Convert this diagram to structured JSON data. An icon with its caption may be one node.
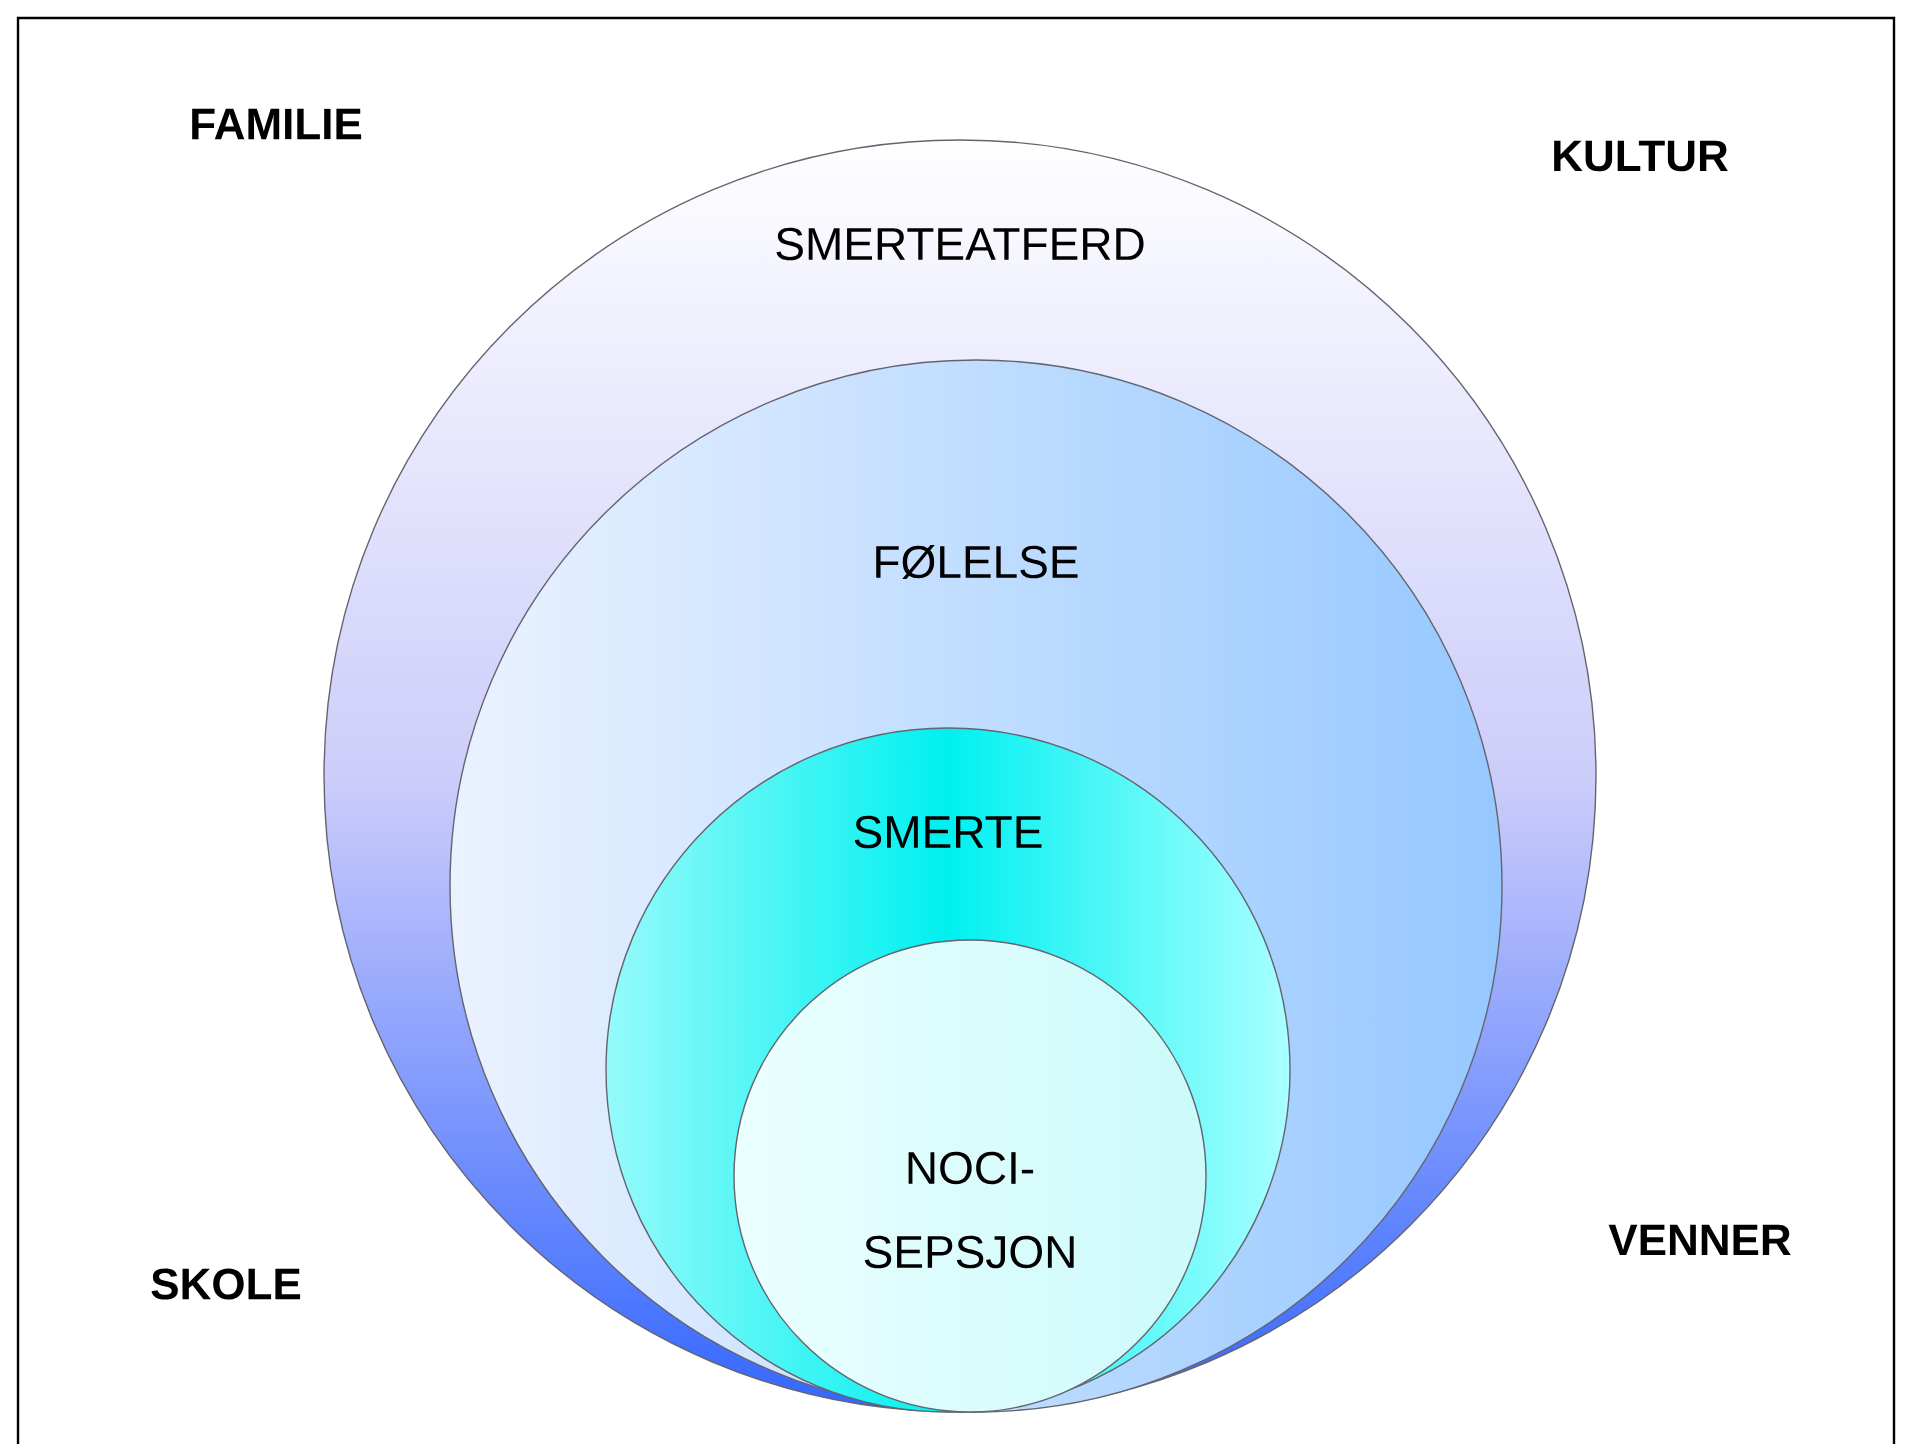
{
  "diagram": {
    "nodes": [
      {
        "text": [
          "SMERTEATFERD"
        ]
      },
      {
        "text": [
          "FØLELSE"
        ],
        "in": 0
      },
      {
        "text": [
          "SMERTE"
        ],
        "in": 1
      },
      {
        "text": [
          "NOCI- SEPSJON"
        ],
        "in": 2
      }
    ],
    "labels": [
      "FAMILIE",
      "KULTUR",
      "SKOLE",
      "VENNER"
    ]
  }
}
